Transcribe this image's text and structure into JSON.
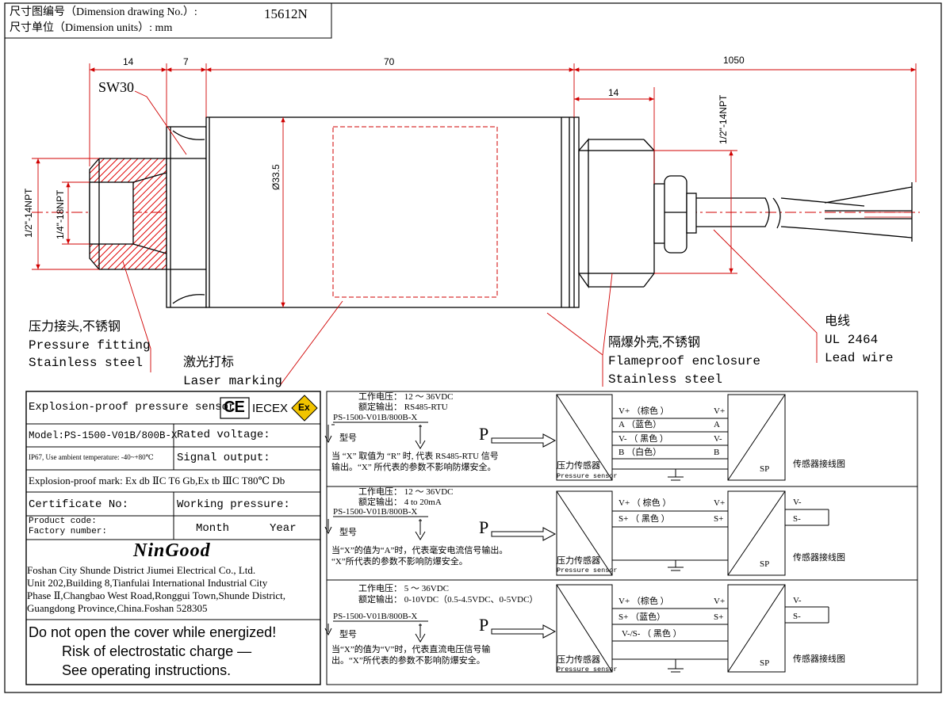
{
  "header": {
    "drawing_no_label": "尺寸图编号（Dimension drawing No.）:",
    "drawing_no_value": "15612N",
    "units_label": "尺寸单位（Dimension units）: mm"
  },
  "dimensions": {
    "d14a": "14",
    "d7": "7",
    "d70": "70",
    "d1050": "1050",
    "d14b": "14",
    "sw30": "SW30",
    "npt_left": "1/2\"-14NPT",
    "npt_inner": "1/4\"-18NPT",
    "dia": "Ø33.5",
    "npt_right": "1/2\"-14NPT"
  },
  "callouts": {
    "fitting_cn": "压力接头,不锈钢",
    "fitting_en1": "Pressure fitting",
    "fitting_en2": "Stainless steel",
    "laser_cn": "激光打标",
    "laser_en": "Laser marking",
    "encl_cn": "隔爆外壳,不锈钢",
    "encl_en1": "Flameproof enclosure",
    "encl_en2": "Stainless steel",
    "wire_cn": "电线",
    "wire_std": "UL 2464",
    "wire_en": "Lead wire"
  },
  "nameplate": {
    "title": "Explosion-proof pressure sensor",
    "ce": "CE",
    "iecex": "IECEX",
    "ex": "Ex",
    "model": "Model:PS-1500-V01B/800B-X",
    "rated_voltage": "Rated voltage:",
    "ip": "IP67, Use ambient temperature: -40~+80℃",
    "signal_output": "Signal output:",
    "ex_mark": "Explosion-proof mark: Ex db ⅡC T6 Gb,Ex tb ⅢC T80℃ Db",
    "certificate": "Certificate No:",
    "working_pressure": "Working pressure:",
    "product_code": "Product code:",
    "factory_number": "Factory number:",
    "month": "Month",
    "year": "Year",
    "logo": "NinGood",
    "company": [
      "Foshan City Shunde District Jiumei Electrical Co., Ltd.",
      "Unit 202,Building 8,Tianfulai International Industrial City",
      "Phase Ⅱ,Changbao West Road,Ronggui Town,Shunde District,",
      "Guangdong Province,China.Foshan 528305"
    ],
    "warning": [
      "Do not open the cover while energized!",
      "Risk of electrostatic charge —",
      "See operating instructions."
    ]
  },
  "wiring": {
    "common": {
      "model_code": "PS-1500-V01B/800B-X",
      "model_cn": "型号",
      "p": "P",
      "sensor_cn": "压力传感器",
      "sensor_en": "Pressure sensor",
      "sp": "SP",
      "diagram_cn": "传感器接线图"
    },
    "sections": [
      {
        "voltage": "工作电压： 12 ～ 36VDC",
        "output": "额定输出： RS485-RTU",
        "note1": "当 “X” 取值为 “R” 时, 代表 RS485-RTU 信号",
        "note2": "输出。“X” 所代表的参数不影响防爆安全。",
        "wires": [
          {
            "label": "V+ （棕色 ）",
            "term": "V+"
          },
          {
            "label": "A （蓝色）",
            "term": "A"
          },
          {
            "label": "V- （ 黑色 ）",
            "term": "V-"
          },
          {
            "label": "B （白色）",
            "term": "B"
          }
        ],
        "outputs": []
      },
      {
        "voltage": "工作电压： 12 ～ 36VDC",
        "output": "额定输出： 4 to 20mA",
        "note1": "当“X”的值为“A”时，代表毫安电流信号输出。",
        "note2": "“X”所代表的参数不影响防爆安全。",
        "wires": [
          {
            "label": "V+ （ 棕色 ）",
            "term": "V+"
          },
          {
            "label": "S+ （ 黑色 ）",
            "term": "S+"
          }
        ],
        "outputs": [
          "V-",
          "S-"
        ]
      },
      {
        "voltage": "工作电压： 5 ～ 36VDC",
        "output": "额定输出： 0-10VDC（0.5-4.5VDC、0-5VDC）",
        "note1": "当“X”的值为“V”时，代表直流电压信号输",
        "note2": "出。“X”所代表的参数不影响防爆安全。",
        "wires": [
          {
            "label": "V+ （棕色 ）",
            "term": "V+"
          },
          {
            "label": "S+ （蓝色）",
            "term": "S+"
          },
          {
            "label": "V-/S- （ 黑色 ）",
            "term": ""
          }
        ],
        "outputs": [
          "V-",
          "S-"
        ]
      }
    ]
  },
  "colors": {
    "line": "#000000",
    "dimension_red": "#d00000",
    "hatch_red": "#e00000",
    "ex_badge": "#f2c400"
  }
}
